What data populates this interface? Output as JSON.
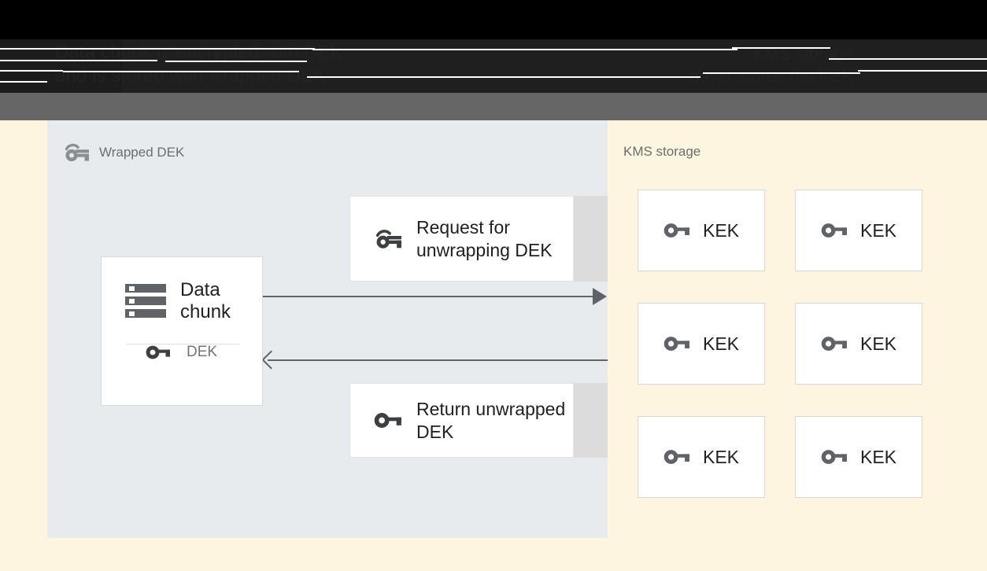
{
  "header": {
    "line1": "Data chunk is encrypted with DEK",
    "line2": "and is stored with wrapped DEK",
    "right_line1": "KMS storage",
    "right_line2": "never stores the KEK"
  },
  "client_panel": {
    "label": "Wrapped DEK",
    "label_icon": "wrapped-key-icon",
    "background_color": "#e7ebee",
    "data_card": {
      "icon": "data-chunk-icon",
      "title": "Data chunk",
      "key_icon": "key-icon",
      "key_label": "DEK"
    },
    "messages": [
      {
        "id": "request",
        "icon": "wrapped-key-icon",
        "text": "Request for unwrapping DEK"
      },
      {
        "id": "return",
        "icon": "key-icon",
        "text": "Return unwrapped DEK"
      }
    ],
    "arrows": [
      {
        "id": "to-kms",
        "direction": "right",
        "style": "filled-head",
        "color": "#5f6368"
      },
      {
        "id": "from-kms",
        "direction": "left",
        "style": "chevron-head",
        "color": "#5f6368"
      }
    ]
  },
  "kms_panel": {
    "label": "KMS storage",
    "background_color": "#fdf5e0",
    "keys": [
      {
        "icon": "key-icon",
        "label": "KEK"
      },
      {
        "icon": "key-icon",
        "label": "KEK"
      },
      {
        "icon": "key-icon",
        "label": "KEK"
      },
      {
        "icon": "key-icon",
        "label": "KEK"
      },
      {
        "icon": "key-icon",
        "label": "KEK"
      },
      {
        "icon": "key-icon",
        "label": "KEK"
      }
    ]
  },
  "colors": {
    "client_panel": "#e7ebee",
    "kms_panel": "#fdf5e0",
    "toolbar": "#666666",
    "header": "#000000",
    "arrow": "#5f6368",
    "icon_gray": "#5f6368",
    "text_dark": "#202124",
    "text_muted": "#757575"
  }
}
